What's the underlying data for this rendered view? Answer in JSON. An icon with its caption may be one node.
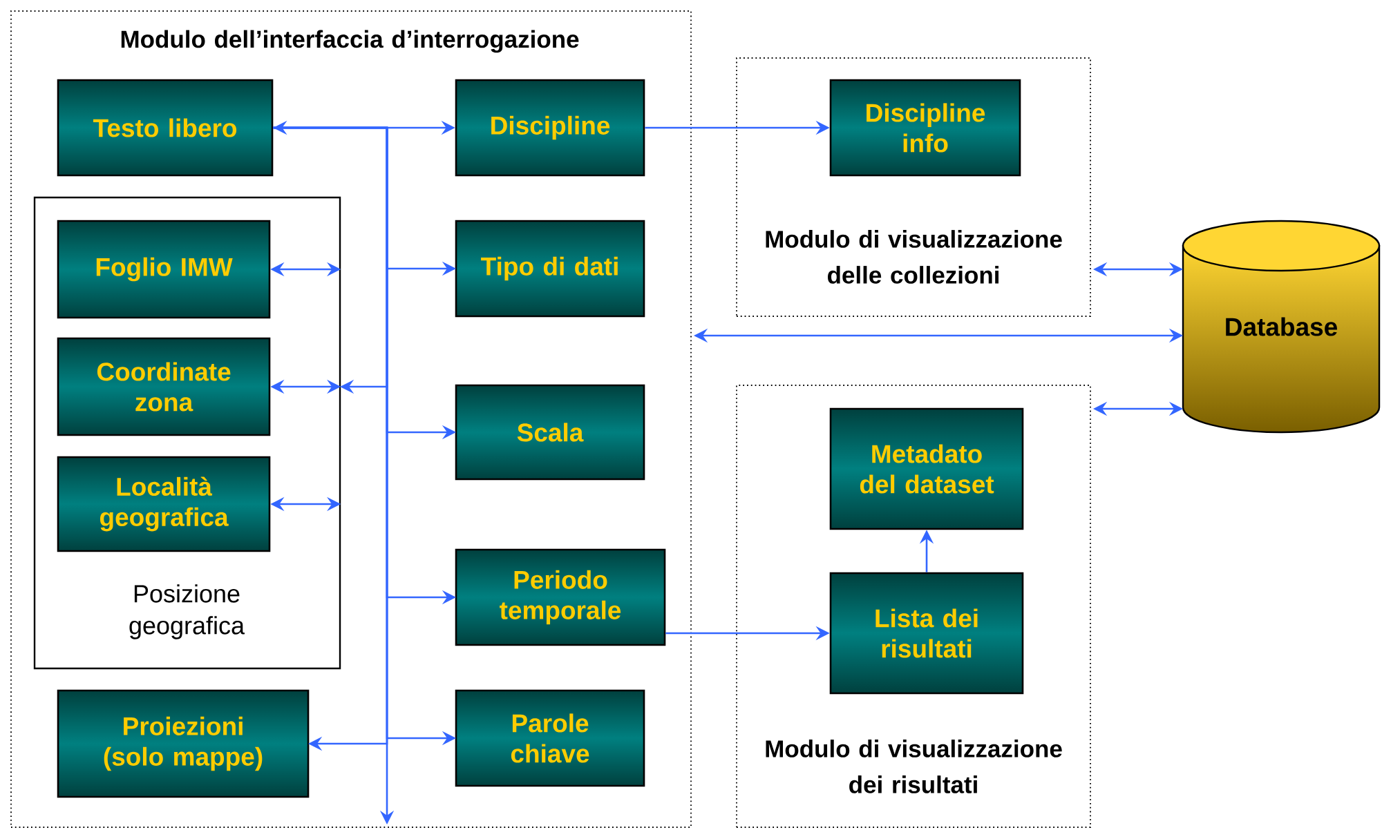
{
  "diagram": {
    "nodes": [
      {
        "text": [
          "Modulo dell’interfaccia d’interrogazione"
        ]
      },
      {
        "text": [
          "Testo libero"
        ],
        "in": 0
      },
      {
        "text": [
          "Discipline"
        ],
        "in": 0
      },
      {
        "text": [
          "Posizione geografica"
        ],
        "in": 0
      },
      {
        "text": [
          "Foglio IMW"
        ],
        "in": 3
      },
      {
        "text": [
          "Coordinate zona"
        ],
        "in": 3
      },
      {
        "text": [
          "Località geografica"
        ],
        "in": 3
      },
      {
        "text": [
          "Tipo di dati"
        ],
        "in": 0
      },
      {
        "text": [
          "Scala"
        ],
        "in": 0
      },
      {
        "text": [
          "Periodo temporale"
        ],
        "in": 0
      },
      {
        "text": [
          "Proiezioni (solo mappe)"
        ],
        "in": 0
      },
      {
        "text": [
          "Parole chiave"
        ],
        "in": 0
      },
      {
        "text": [
          "Modulo di visualizzazione delle collezioni"
        ]
      },
      {
        "text": [
          "Discipline info"
        ],
        "in": 12
      },
      {
        "text": [
          "Database"
        ]
      },
      {
        "text": [
          "Modulo di visualizzazione dei risultati"
        ]
      },
      {
        "text": [
          "Metadato del dataset"
        ],
        "in": 15
      },
      {
        "text": [
          "Lista dei risultati"
        ],
        "in": 15
      }
    ],
    "edges": [
      {
        "from": 1,
        "to": 2,
        "arrow": "both"
      },
      {
        "from": 1,
        "to": 7,
        "arrow": "to"
      },
      {
        "from": 1,
        "to": 8,
        "arrow": "to"
      },
      {
        "from": 1,
        "to": 9,
        "arrow": "to"
      },
      {
        "from": 1,
        "to": 11,
        "arrow": "to"
      },
      {
        "from": 1,
        "to": 3,
        "arrow": "to"
      },
      {
        "from": 1,
        "to": 10,
        "arrow": "to"
      },
      {
        "from": 1,
        "to": null,
        "arrow": "to"
      },
      {
        "from": 4,
        "to": 3,
        "arrow": "both"
      },
      {
        "from": 5,
        "to": 3,
        "arrow": "both"
      },
      {
        "from": 6,
        "to": 3,
        "arrow": "both"
      },
      {
        "from": 2,
        "to": 13,
        "arrow": "to"
      },
      {
        "from": 9,
        "to": 17,
        "arrow": "to"
      },
      {
        "from": 17,
        "to": 16,
        "arrow": "to"
      },
      {
        "from": 12,
        "to": 14,
        "arrow": "both"
      },
      {
        "from": 0,
        "to": 14,
        "arrow": "both"
      },
      {
        "from": 15,
        "to": 14,
        "arrow": "both"
      }
    ]
  }
}
